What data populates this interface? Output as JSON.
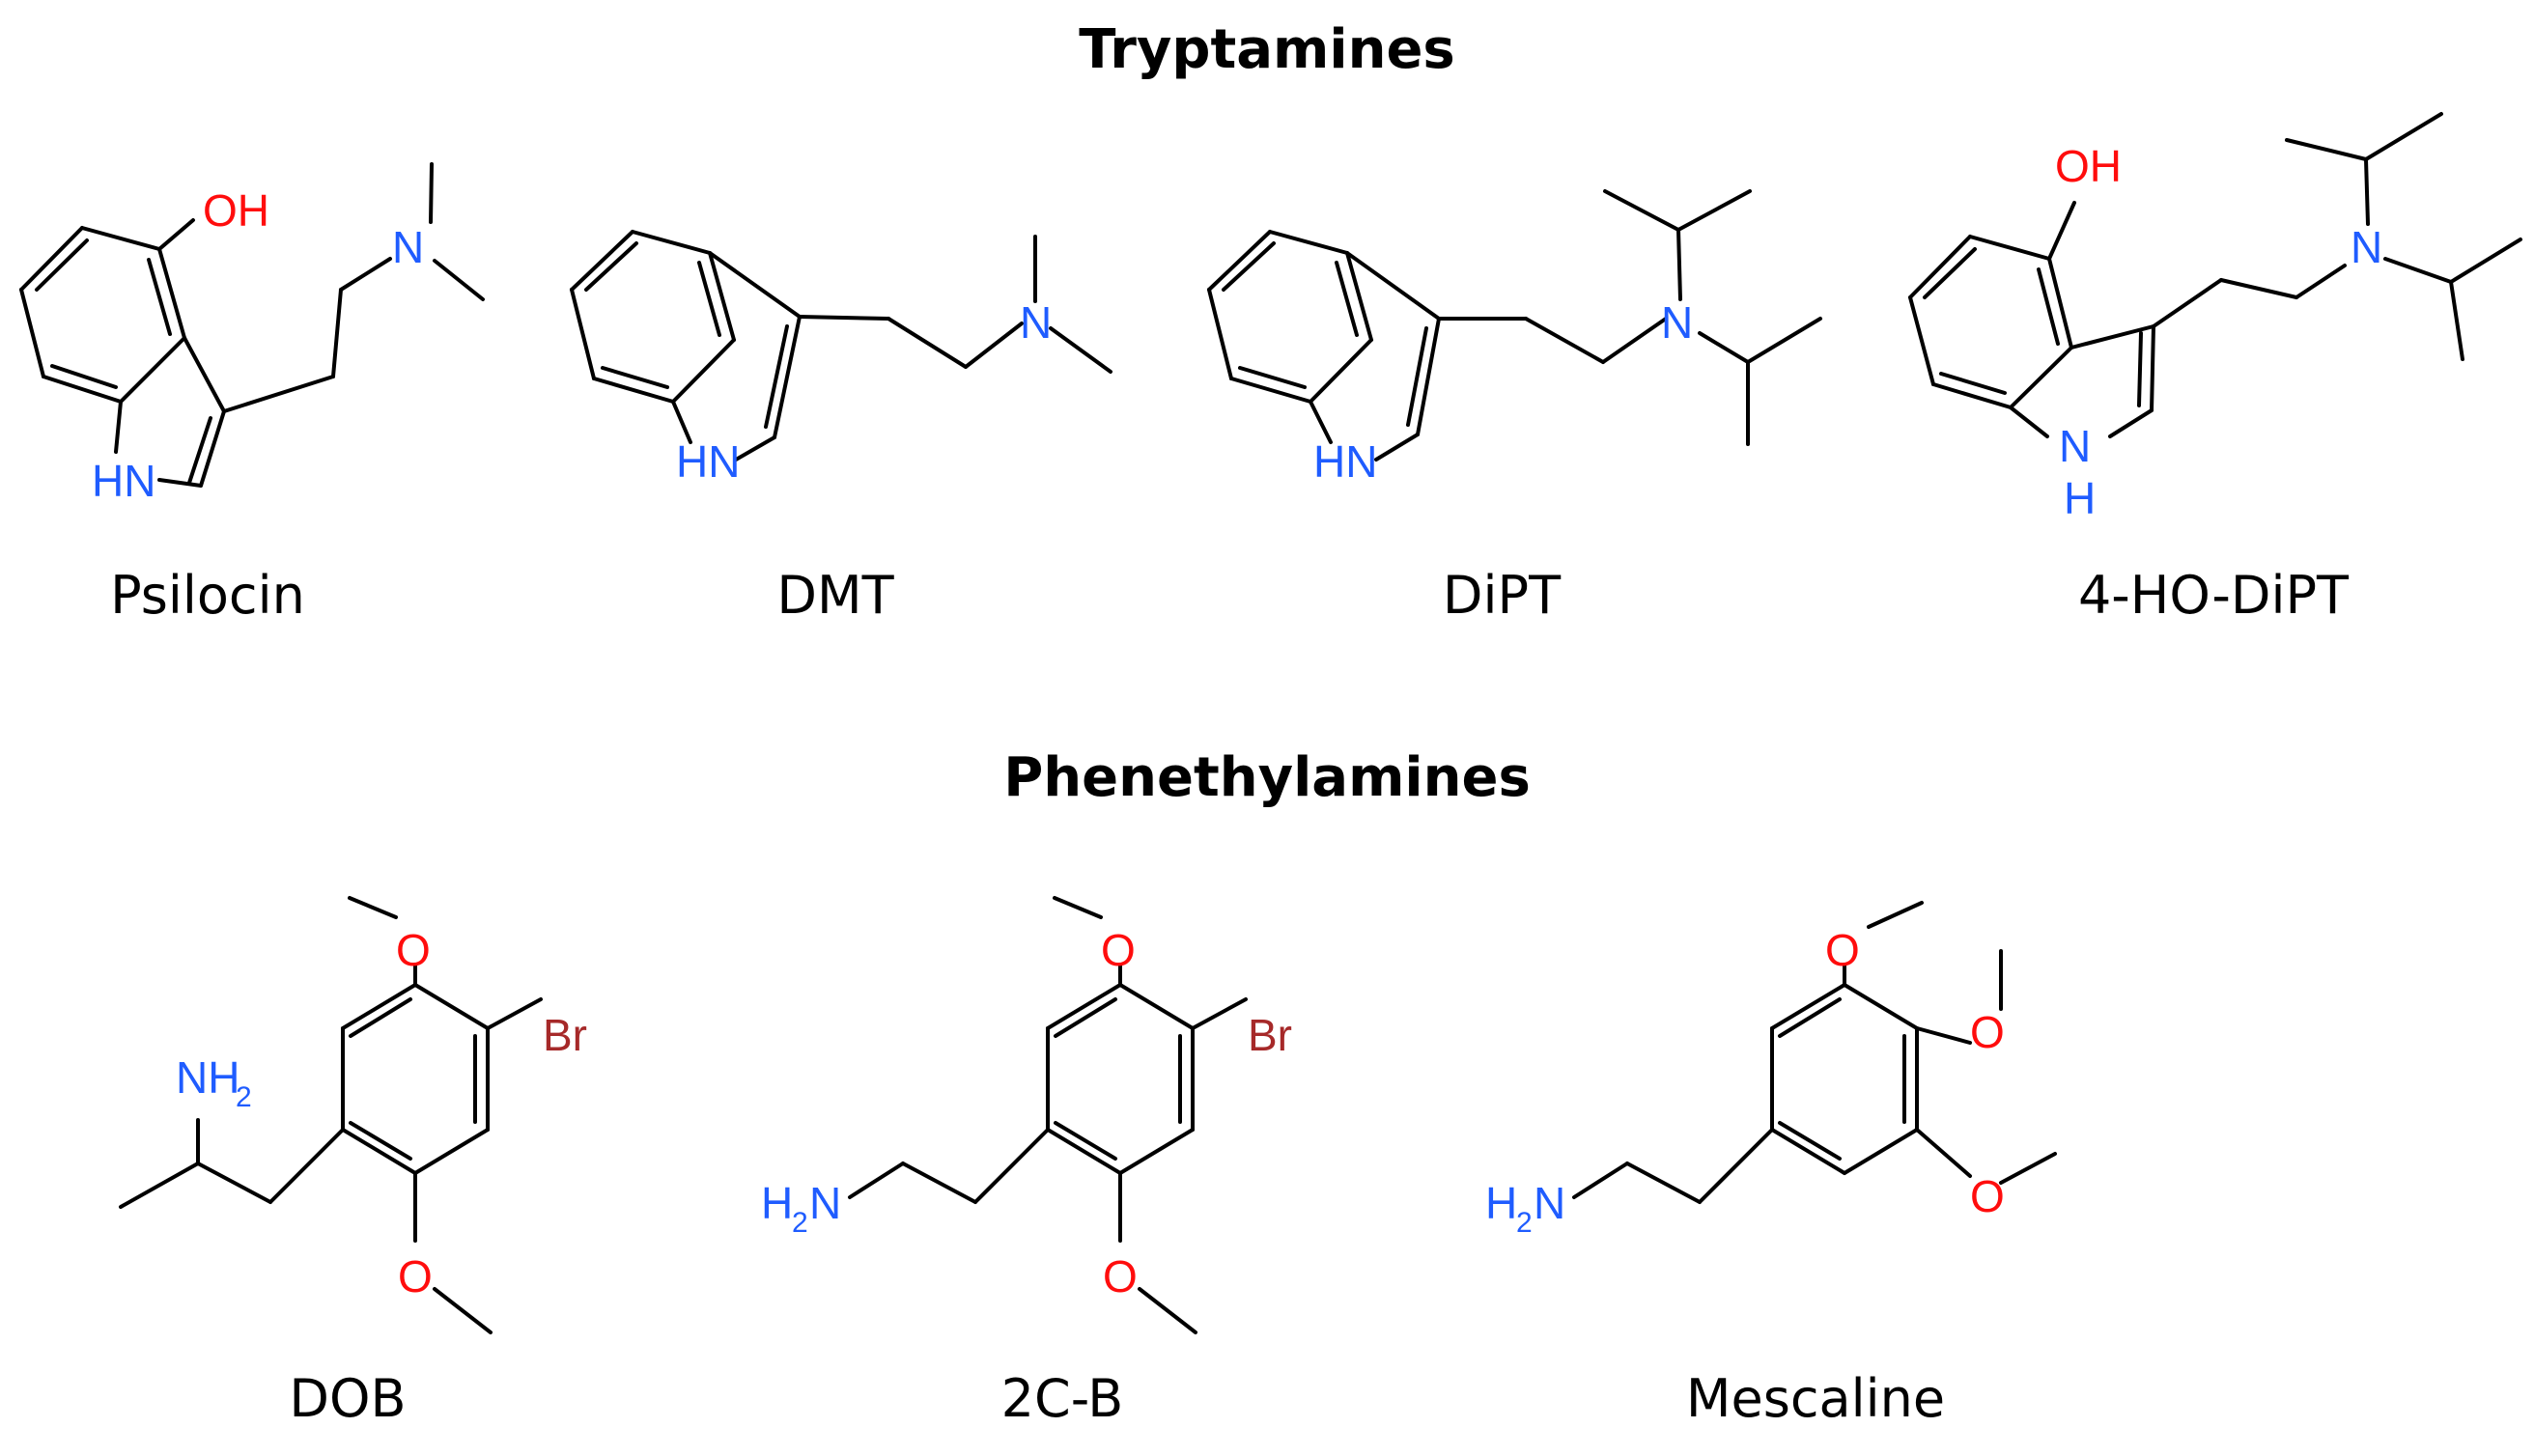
{
  "sections": {
    "tryptamines": "Tryptamines",
    "phenethylamines": "Phenethylamines"
  },
  "compounds": {
    "psilocin": "Psilocin",
    "dmt": "DMT",
    "dipt": "DiPT",
    "ho_dipt": "4-HO-DiPT",
    "dob": "DOB",
    "c2b": "2C-B",
    "mescaline": "Mescaline"
  },
  "atoms": {
    "oh": "OH",
    "o": "O",
    "n": "N",
    "hn": "HN",
    "h": "H",
    "nh": "NH",
    "br": "Br",
    "sub2": "2"
  },
  "colors": {
    "oxygen": "#ff0d0d",
    "nitrogen": "#1f5cff",
    "bromine": "#a62929",
    "bond": "#000000"
  }
}
